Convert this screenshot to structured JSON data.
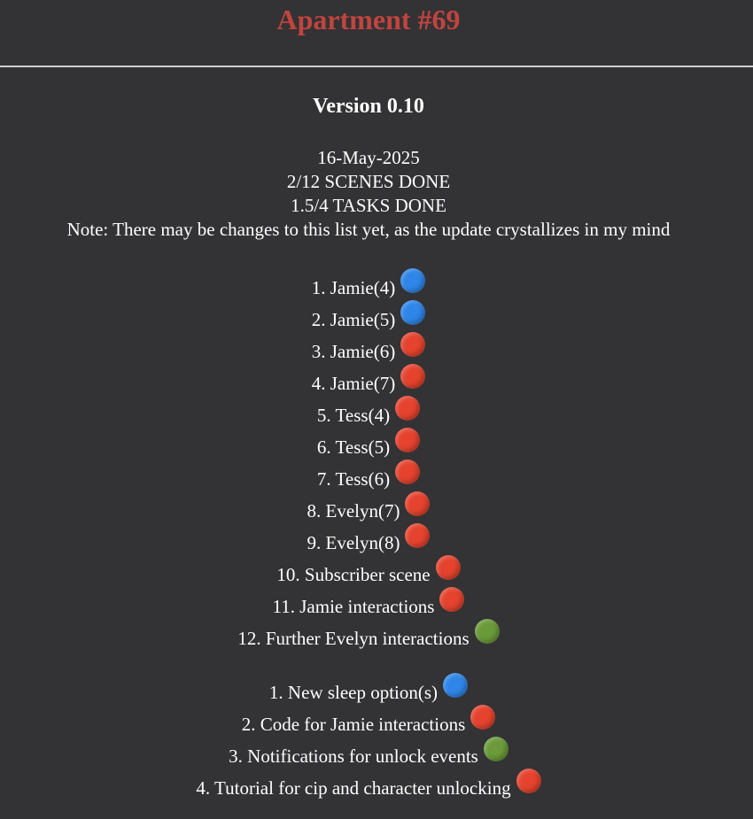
{
  "header": {
    "title": "Apartment #69"
  },
  "version": {
    "label": "Version 0.10"
  },
  "info": {
    "date": "16-May-2025",
    "scenes_status": "2/12 SCENES DONE",
    "tasks_status": "1.5/4 TASKS DONE",
    "note": "Note: There may be changes to this list yet, as the update crystallizes in my mind"
  },
  "status_colors": {
    "blue": "#2f86e8",
    "red": "#e5432e",
    "green": "#6a9a3a"
  },
  "scenes": [
    {
      "label": "1. Jamie(4)",
      "status": "blue"
    },
    {
      "label": "2. Jamie(5)",
      "status": "blue"
    },
    {
      "label": "3. Jamie(6)",
      "status": "red"
    },
    {
      "label": "4. Jamie(7)",
      "status": "red"
    },
    {
      "label": "5. Tess(4)",
      "status": "red"
    },
    {
      "label": "6. Tess(5)",
      "status": "red"
    },
    {
      "label": "7. Tess(6)",
      "status": "red"
    },
    {
      "label": "8. Evelyn(7)",
      "status": "red"
    },
    {
      "label": "9. Evelyn(8)",
      "status": "red"
    },
    {
      "label": "10. Subscriber scene",
      "status": "red"
    },
    {
      "label": "11. Jamie interactions",
      "status": "red"
    },
    {
      "label": "12. Further Evelyn interactions",
      "status": "green"
    }
  ],
  "tasks": [
    {
      "label": "1. New sleep option(s)",
      "status": "blue"
    },
    {
      "label": "2. Code for Jamie interactions",
      "status": "red"
    },
    {
      "label": "3. Notifications for unlock events",
      "status": "green"
    },
    {
      "label": "4. Tutorial for cip and character unlocking",
      "status": "red"
    }
  ]
}
